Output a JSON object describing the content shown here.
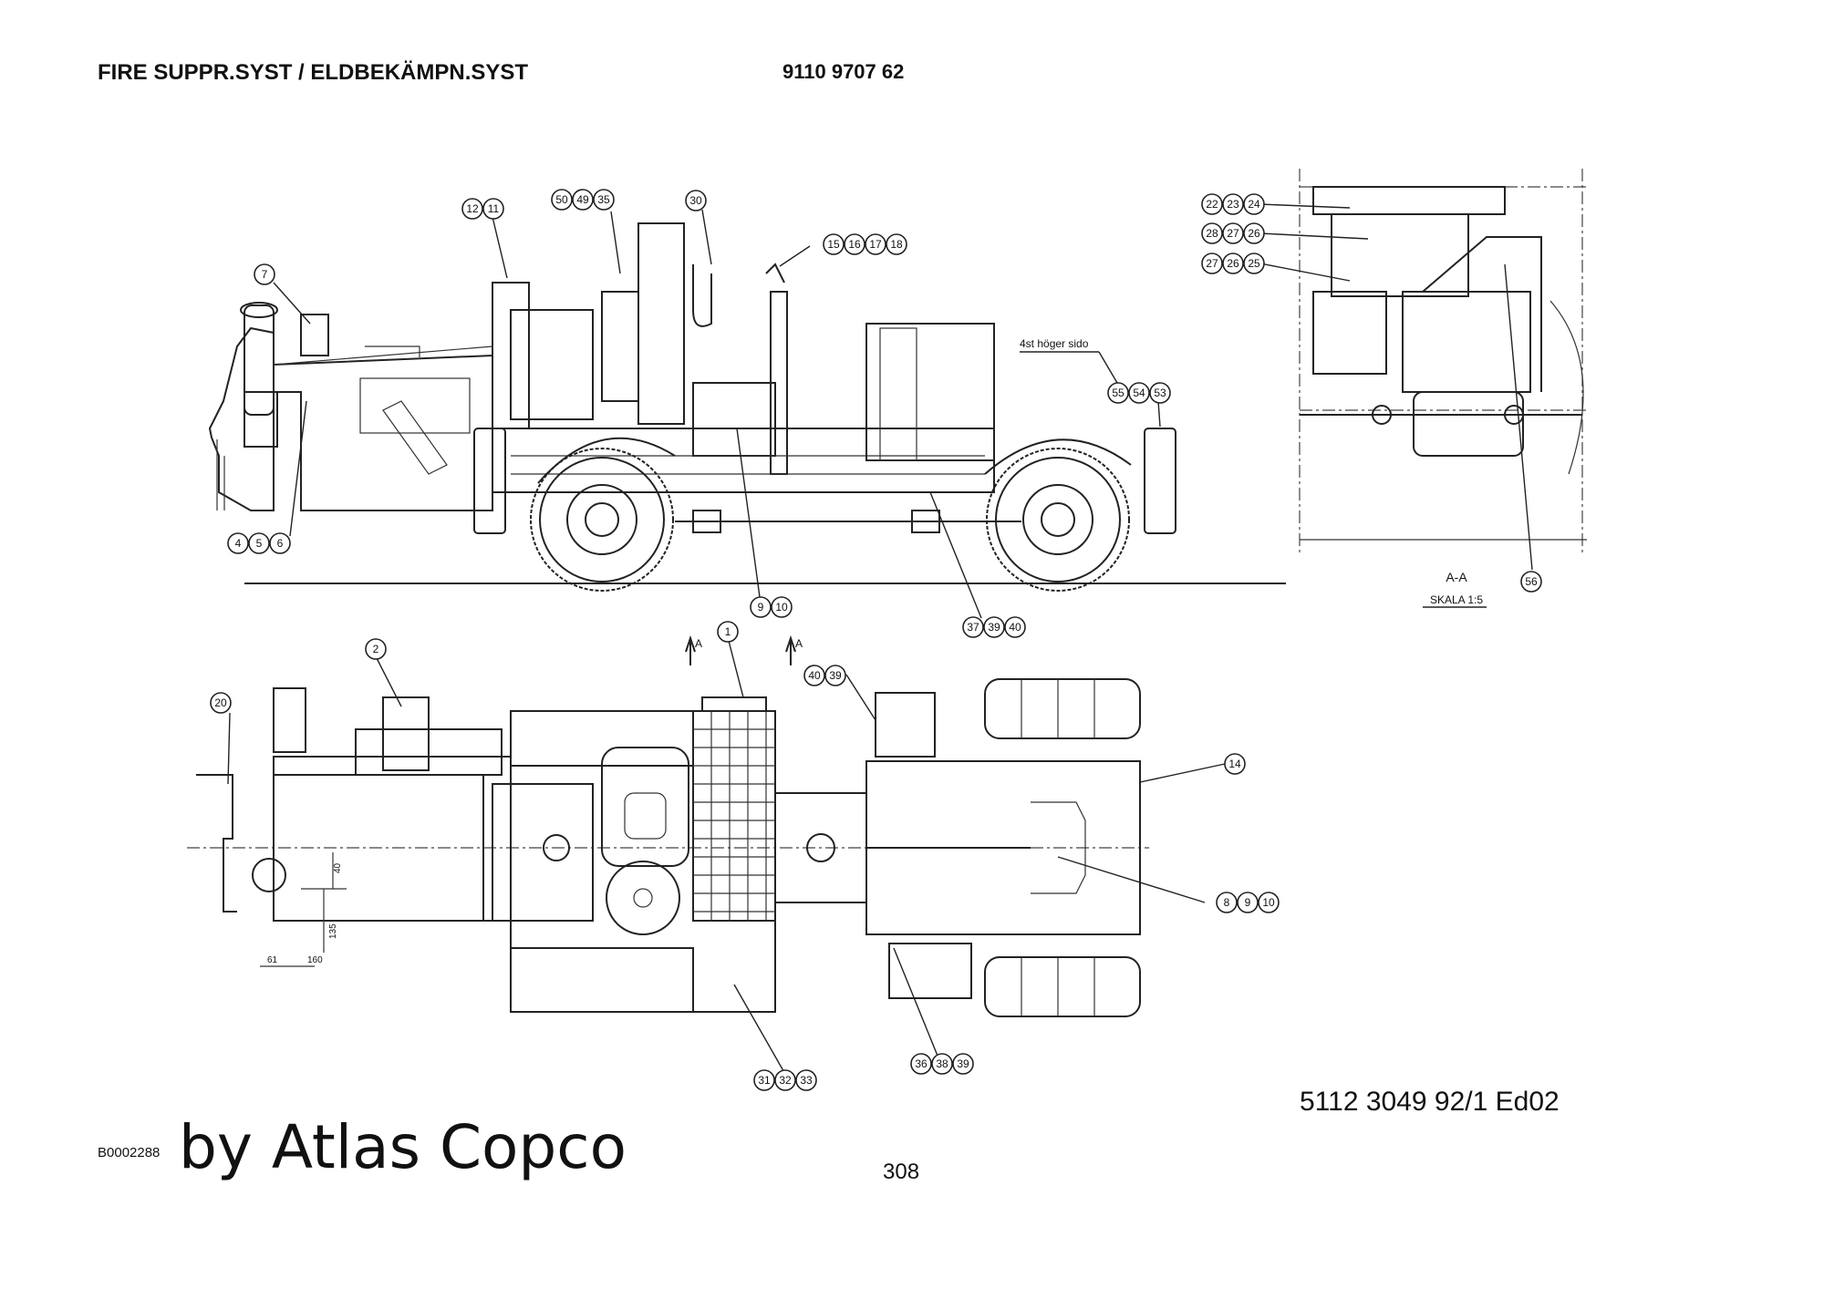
{
  "header": {
    "title": "FIRE SUPPR.SYST / ELDBEKÄMPN.SYST",
    "part_number": "9110 9707 62"
  },
  "side_view": {
    "note": "4st höger sido",
    "callouts": [
      {
        "id": "c-12-11",
        "numbers": [
          "12",
          "11"
        ]
      },
      {
        "id": "c-50-49-35",
        "numbers": [
          "50",
          "49",
          "35"
        ]
      },
      {
        "id": "c-30",
        "numbers": [
          "30"
        ]
      },
      {
        "id": "c-15-16-17-18",
        "numbers": [
          "15",
          "16",
          "17",
          "18"
        ]
      },
      {
        "id": "c-7",
        "numbers": [
          "7"
        ]
      },
      {
        "id": "c-55-54-53",
        "numbers": [
          "55",
          "54",
          "53"
        ]
      },
      {
        "id": "c-4-5-6",
        "numbers": [
          "4",
          "5",
          "6"
        ]
      },
      {
        "id": "c-9-10",
        "numbers": [
          "9",
          "10"
        ]
      },
      {
        "id": "c-37-39-40",
        "numbers": [
          "37",
          "39",
          "40"
        ]
      }
    ]
  },
  "section_view": {
    "label": "A-A",
    "scale": "SKALA 1:5",
    "callouts": [
      {
        "id": "c-22-23-24",
        "numbers": [
          "22",
          "23",
          "24"
        ]
      },
      {
        "id": "c-28-27-26",
        "numbers": [
          "28",
          "27",
          "26"
        ]
      },
      {
        "id": "c-27-26-25",
        "numbers": [
          "27",
          "26",
          "25"
        ]
      },
      {
        "id": "c-56",
        "numbers": [
          "56"
        ]
      }
    ]
  },
  "top_view": {
    "section_marker": "A",
    "dimensions": [
      "40",
      "135",
      "61",
      "160"
    ],
    "callouts": [
      {
        "id": "c-2",
        "numbers": [
          "2"
        ]
      },
      {
        "id": "c-1",
        "numbers": [
          "1"
        ]
      },
      {
        "id": "c-20",
        "numbers": [
          "20"
        ]
      },
      {
        "id": "c-40-39",
        "numbers": [
          "40",
          "39"
        ]
      },
      {
        "id": "c-14",
        "numbers": [
          "14"
        ]
      },
      {
        "id": "c-8-9-10",
        "numbers": [
          "8",
          "9",
          "10"
        ]
      },
      {
        "id": "c-36-38-39",
        "numbers": [
          "36",
          "38",
          "39"
        ]
      },
      {
        "id": "c-31-32-33",
        "numbers": [
          "31",
          "32",
          "33"
        ]
      }
    ]
  },
  "footer": {
    "drawing_number": "5112 3049 92/1  Ed02",
    "image_ref": "B0002288",
    "by_line": "by Atlas Copco",
    "page_number": "308"
  }
}
